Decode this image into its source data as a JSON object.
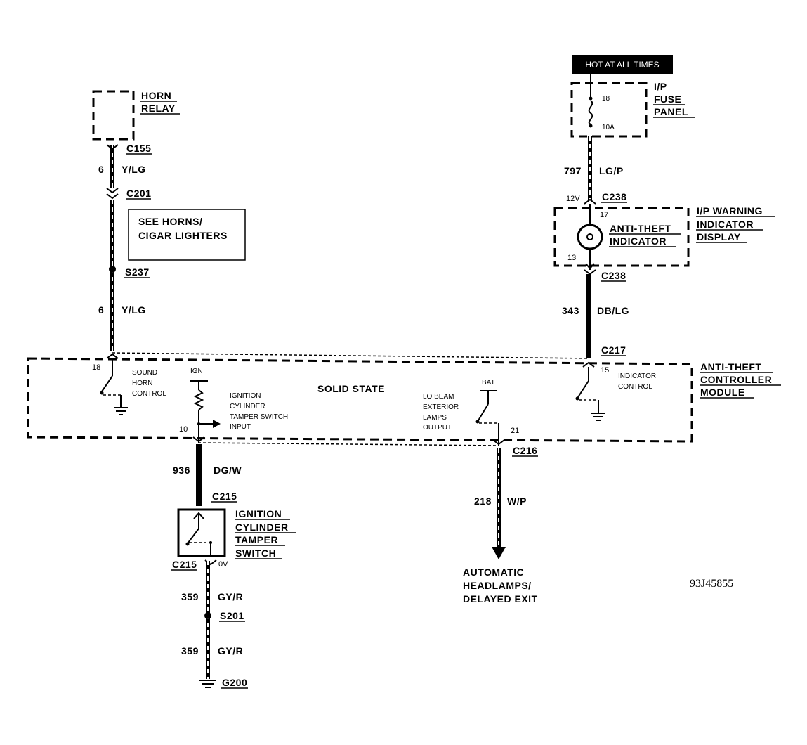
{
  "horn_relay": {
    "line1": "HORN",
    "line2": "RELAY"
  },
  "connectors": {
    "c155": "C155",
    "c201": "C201",
    "s237": "S237",
    "c238_top": "C238",
    "c238_bottom": "C238",
    "c217": "C217",
    "c216": "C216",
    "c215_top": "C215",
    "c215_bottom": "C215",
    "s201": "S201",
    "g200": "G200"
  },
  "wires": {
    "horn_upper": {
      "circuit": "6",
      "color": "Y/LG"
    },
    "horn_lower": {
      "circuit": "6",
      "color": "Y/LG"
    },
    "fuse_feed": {
      "circuit": "797",
      "color": "LG/P"
    },
    "indicator_ctrl": {
      "circuit": "343",
      "color": "DB/LG"
    },
    "tamper_input": {
      "circuit": "936",
      "color": "DG/W"
    },
    "headlamps": {
      "circuit": "218",
      "color": "W/P"
    },
    "ground_upper": {
      "circuit": "359",
      "color": "GY/R"
    },
    "ground_lower": {
      "circuit": "359",
      "color": "GY/R"
    }
  },
  "see_note": {
    "line1": "SEE HORNS/",
    "line2": "CIGAR LIGHTERS"
  },
  "hot_badge": "HOT AT ALL TIMES",
  "fuse_panel": {
    "line1": "I/P",
    "line2": "FUSE",
    "line3": "PANEL",
    "fuse_number": "18",
    "fuse_rating": "10A"
  },
  "voltage_12v": "12V",
  "voltage_0v": "0V",
  "warning_display": {
    "line1": "I/P WARNING",
    "line2": "INDICATOR",
    "line3": "DISPLAY",
    "pin_in": "17",
    "pin_out": "13",
    "indicator_line1": "ANTI-THEFT",
    "indicator_line2": "INDICATOR"
  },
  "module": {
    "line1": "ANTI-THEFT",
    "line2": "CONTROLLER",
    "line3": "MODULE",
    "solid_state": "SOLID STATE",
    "pin_18": "18",
    "sound_horn": [
      "SOUND",
      "HORN",
      "CONTROL"
    ],
    "ign": "IGN",
    "pin_10": "10",
    "ignition_input": [
      "IGNITION",
      "CYLINDER",
      "TAMPER SWITCH",
      "INPUT"
    ],
    "bat": "BAT",
    "lo_beam": [
      "LO BEAM",
      "EXTERIOR",
      "LAMPS",
      "OUTPUT"
    ],
    "pin_21": "21",
    "pin_15": "15",
    "indicator_control": [
      "INDICATOR",
      "CONTROL"
    ]
  },
  "tamper_switch": {
    "line1": "IGNITION",
    "line2": "CYLINDER",
    "line3": "TAMPER",
    "line4": "SWITCH"
  },
  "automatic": {
    "line1": "AUTOMATIC",
    "line2": "HEADLAMPS/",
    "line3": "DELAYED EXIT"
  },
  "figure_code": "93J45855"
}
